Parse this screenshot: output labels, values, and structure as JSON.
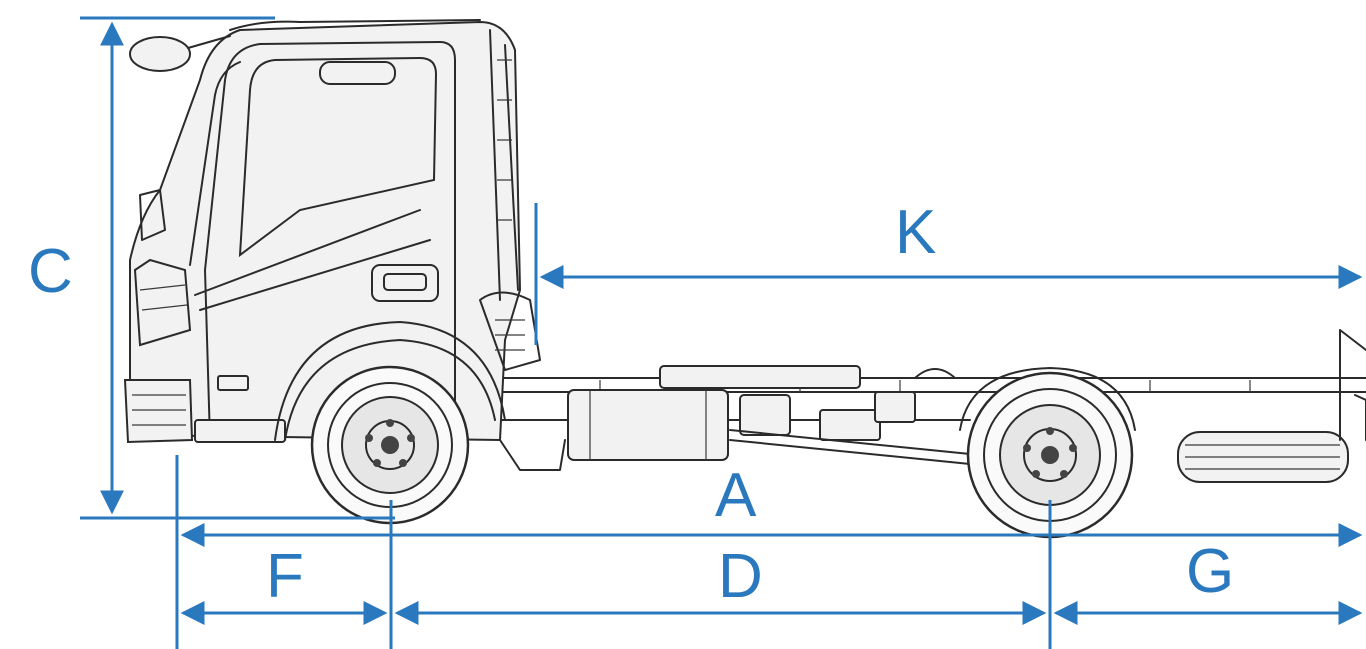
{
  "diagram": {
    "labels": {
      "A": "A",
      "C": "C",
      "D": "D",
      "F": "F",
      "G": "G",
      "K": "K"
    },
    "colors": {
      "dimension": "#2a78bd",
      "linework": "#2b2b2b",
      "background": "#ffffff"
    }
  }
}
